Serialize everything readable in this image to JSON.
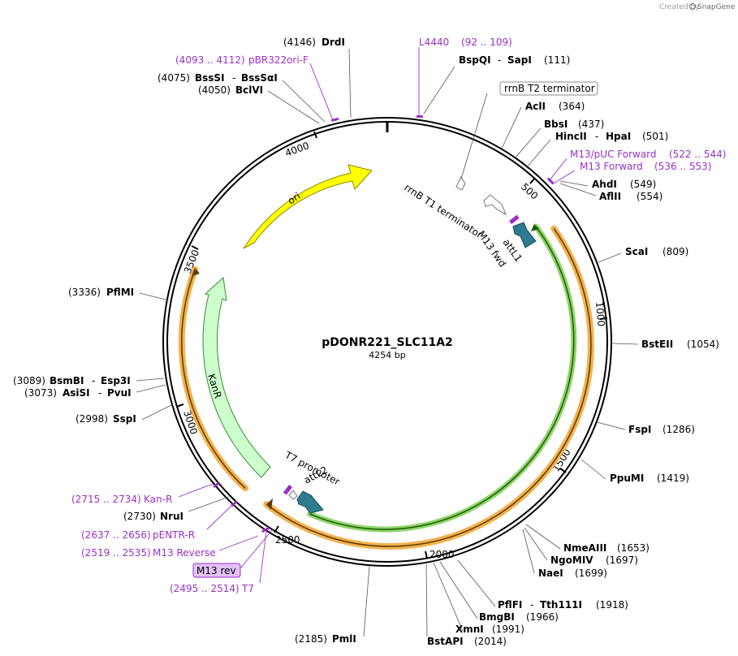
{
  "credit": {
    "prefix": "Created by",
    "brand": "SnapGene"
  },
  "plasmid": {
    "name": "pDONR221_SLC11A2",
    "size_label": "4254 bp"
  },
  "tick_labels": [
    "500",
    "1000",
    "1500",
    "2000",
    "2500",
    "3000",
    "3500",
    "4000"
  ],
  "features": {
    "ori": "ori",
    "kanr": "KanR",
    "rrnb_t1": "rrnB T1 terminator",
    "rrnb_t2": "rrnB T2 terminator",
    "m13_fwd": "M13 fwd",
    "attl1": "attL1",
    "t7_promoter": "T7 promoter",
    "attl2": "attL2",
    "m13_rev": "M13 rev"
  },
  "sites": {
    "drdi": {
      "pos": "(4146)",
      "name": "DrdI"
    },
    "bssqi": {
      "name": "BspQI",
      "sep": "-",
      "name2": "SapI",
      "pos": "(111)"
    },
    "bsssi": {
      "pos": "(4075)",
      "name": "BssSI",
      "sep": "-",
      "name2": "BssSαI"
    },
    "bclvi": {
      "pos": "(4050)",
      "name": "BclVI"
    },
    "acli": {
      "name": "AclI",
      "pos": "(364)"
    },
    "bbsi": {
      "name": "BbsI",
      "pos": "(437)"
    },
    "hincii": {
      "name": "HincII",
      "sep": "-",
      "name2": "HpaI",
      "pos": "(501)"
    },
    "ahdi": {
      "name": "AhdI",
      "pos": "(549)"
    },
    "aflii": {
      "name": "AflII",
      "pos": "(554)"
    },
    "scai": {
      "name": "ScaI",
      "pos": "(809)"
    },
    "bsteii": {
      "name": "BstEII",
      "pos": "(1054)"
    },
    "fspi": {
      "name": "FspI",
      "pos": "(1286)"
    },
    "ppumi": {
      "name": "PpuMI",
      "pos": "(1419)"
    },
    "nmeaiii": {
      "name": "NmeAIII",
      "pos": "(1653)"
    },
    "ngomiv": {
      "name": "NgoMIV",
      "pos": "(1697)"
    },
    "naei": {
      "name": "NaeI",
      "pos": "(1699)"
    },
    "pflfi": {
      "name": "PflFI",
      "sep": "-",
      "name2": "Tth111I",
      "pos": "(1918)"
    },
    "bmgbi": {
      "name": "BmgBI",
      "pos": "(1966)"
    },
    "xmni": {
      "name": "XmnI",
      "pos": "(1991)"
    },
    "bstapi": {
      "name": "BstAPI",
      "pos": "(2014)"
    },
    "pmli": {
      "pos": "(2185)",
      "name": "PmlI"
    },
    "nrui": {
      "pos": "(2730)",
      "name": "NruI"
    },
    "sspi": {
      "pos": "(2998)",
      "name": "SspI"
    },
    "asisi": {
      "pos": "(3073)",
      "name": "AsiSI",
      "sep": "-",
      "name2": "PvuI"
    },
    "bsmbi": {
      "pos": "(3089)",
      "name": "BsmBI",
      "sep": "-",
      "name2": "Esp3I"
    },
    "pflmi": {
      "pos": "(3336)",
      "name": "PflMI"
    }
  },
  "primers": {
    "l4440": {
      "name": "L4440",
      "range": "(92 .. 109)"
    },
    "pbr322": {
      "range": "(4093 .. 4112)",
      "name": "pBR322ori-F"
    },
    "m13puc": {
      "name": "M13/pUC Forward",
      "range": "(522 .. 544)"
    },
    "m13fwd": {
      "name": "M13 Forward",
      "range": "(536 .. 553)"
    },
    "kanr": {
      "range": "(2715 .. 2734)",
      "name": "Kan-R"
    },
    "pentr": {
      "range": "(2637 .. 2656)",
      "name": "pENTR-R"
    },
    "m13rev": {
      "range": "(2519 .. 2535)",
      "name": "M13 Reverse"
    },
    "t7": {
      "range": "(2495 .. 2514)",
      "name": "T7"
    }
  },
  "colors": {
    "ori": "#ffff00",
    "kanr": "#ccffcc",
    "attl": "#2e7b8f",
    "primer": "#9b30c9",
    "orange_outline": "#f3b24e",
    "green_outline": "#8fd46a"
  }
}
